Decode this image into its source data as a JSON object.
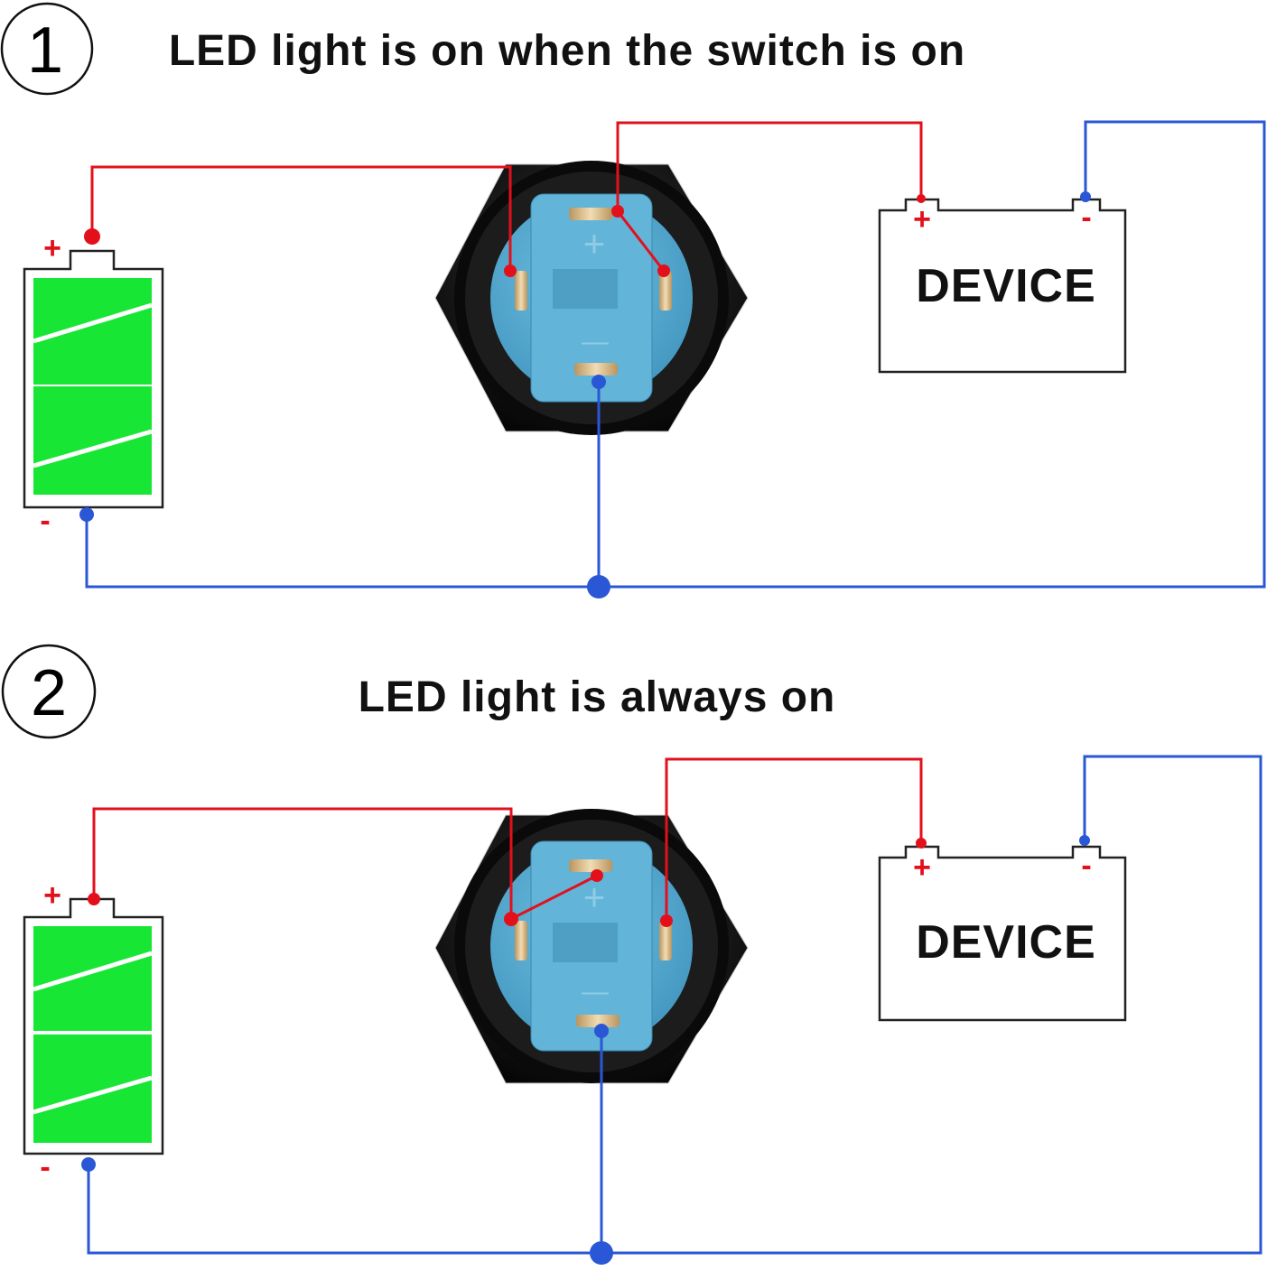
{
  "colors": {
    "positive_wire": "#e3101c",
    "negative_wire": "#2a57d6",
    "battery_fill": "#17e634",
    "switch_face": "#5aaed1",
    "switch_body": "#111111",
    "terminal": "#d8b98a"
  },
  "diagrams": [
    {
      "number": "1",
      "title": "LED light is on when the switch is on",
      "battery": {
        "plus_label": "+",
        "minus_label": "-"
      },
      "device": {
        "label": "DEVICE",
        "plus_label": "+",
        "minus_label": "-"
      },
      "switch": {
        "plus_mark": "+",
        "minus_mark": "—"
      }
    },
    {
      "number": "2",
      "title": "LED light is always on",
      "battery": {
        "plus_label": "+",
        "minus_label": "-"
      },
      "device": {
        "label": "DEVICE",
        "plus_label": "+",
        "minus_label": "-"
      },
      "switch": {
        "plus_mark": "+",
        "minus_mark": "—"
      }
    }
  ]
}
